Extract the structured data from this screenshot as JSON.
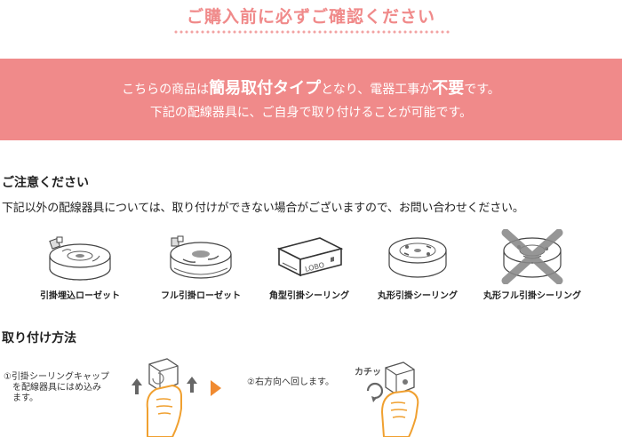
{
  "header": {
    "title": "ご購入前に必ずご確認ください"
  },
  "banner": {
    "line1_a": "こちらの商品は",
    "line1_b": "簡易取付タイプ",
    "line1_c": "となり、電器工事が",
    "line1_d": "不要",
    "line1_e": "です。",
    "line2": "下記の配線器具に、ご自身で取り付けることが可能です。"
  },
  "caution": {
    "heading": "ご注意ください",
    "text": "下記以外の配線器具については、取り付けができない場合がございますので、お問い合わせください。",
    "fixtures": [
      {
        "label": "引掛埋込ローゼット"
      },
      {
        "label": "フル引掛ローゼット"
      },
      {
        "label": "角型引掛シーリング",
        "engraving": "LOBO"
      },
      {
        "label": "丸形引掛シーリング"
      },
      {
        "label": "丸形フル引掛シーリング",
        "not_supported": true
      }
    ]
  },
  "method": {
    "heading": "取り付け方法",
    "step1_line1": "①引掛シーリングキャップ",
    "step1_line2": "を配線器具にはめ込み",
    "step1_line3": "ます。",
    "step2": "②右方向へ回します。",
    "click_sound": "カチッ"
  },
  "colors": {
    "accent": "#f08a8a",
    "cross": "#888888"
  }
}
